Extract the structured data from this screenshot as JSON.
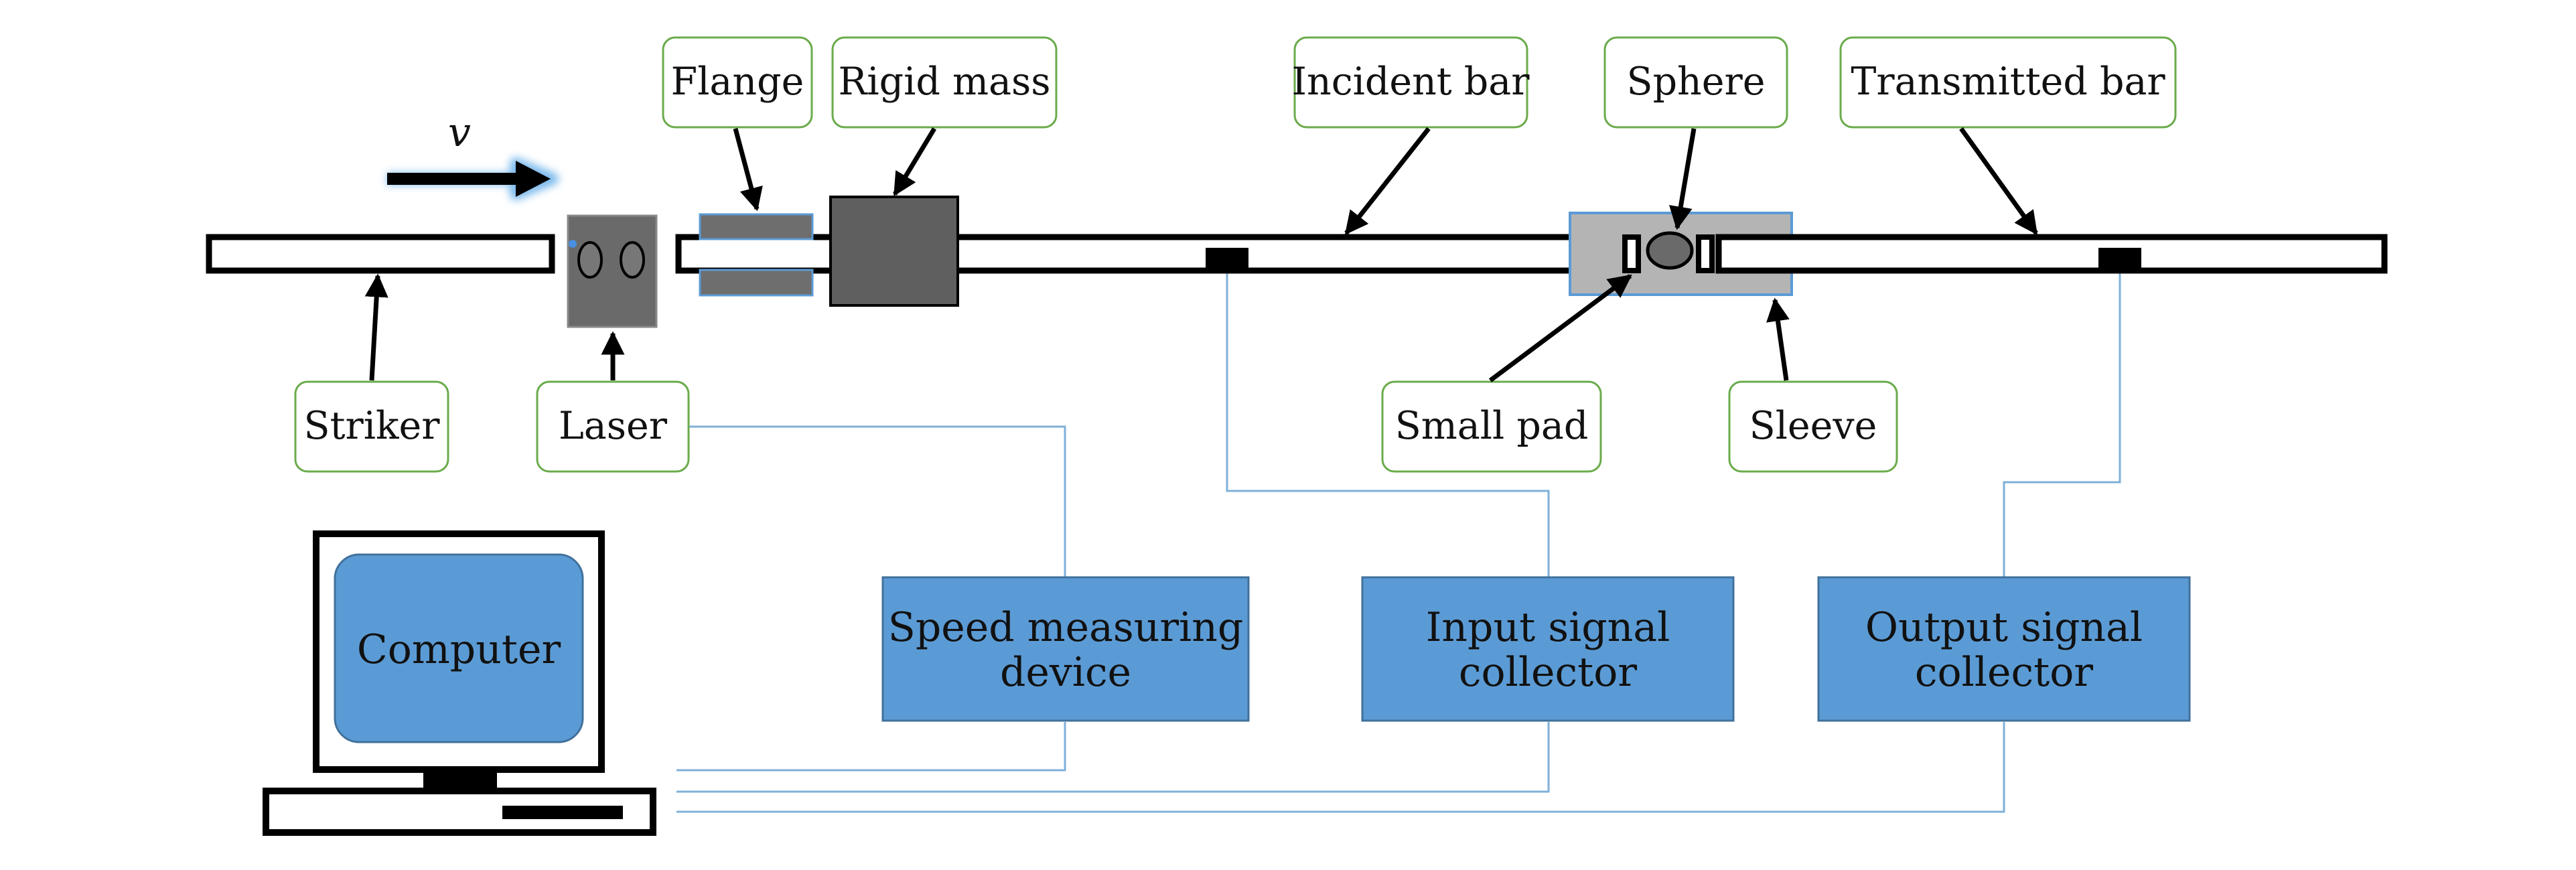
{
  "labels": {
    "flange": "Flange",
    "rigid_mass": "Rigid mass",
    "incident_bar": "Incident bar",
    "sphere": "Sphere",
    "transmitted_bar": "Transmitted bar",
    "striker": "Striker",
    "laser": "Laser",
    "small_pad": "Small pad",
    "sleeve": "Sleeve",
    "velocity": "v"
  },
  "devices": {
    "computer": "Computer",
    "speed_measuring_line1": "Speed measuring",
    "speed_measuring_line2": "device",
    "input_line1": "Input signal",
    "input_line2": "collector",
    "output_line1": "Output signal",
    "output_line2": "collector"
  },
  "colors": {
    "label_border": "#6aab4b",
    "device_fill": "#5b9bd5",
    "device_border": "#41719c",
    "wire": "#7fb0d8",
    "dark_block": "#5f5f5f",
    "flange_fill": "#6e6e6e",
    "sleeve_fill": "#b4b4b4"
  }
}
